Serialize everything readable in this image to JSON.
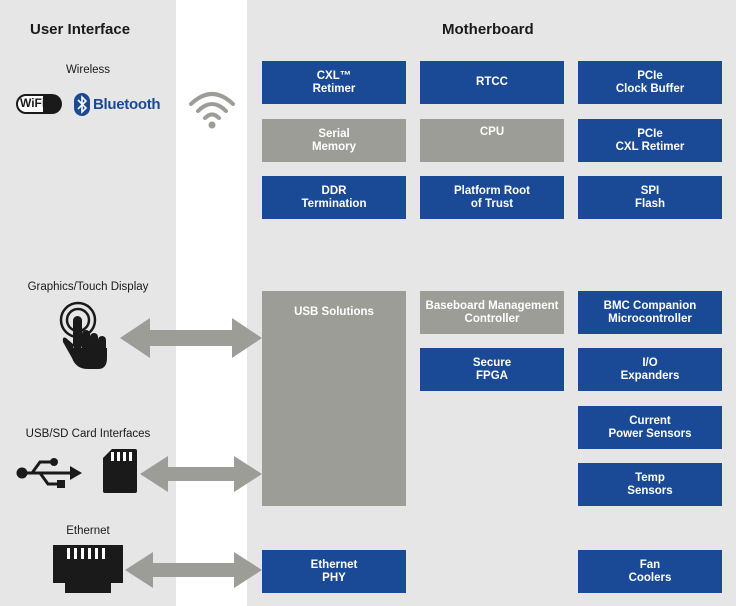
{
  "left_panel": {
    "title": "User Interface",
    "sections": {
      "wireless": "Wireless",
      "graphics": "Graphics/Touch Display",
      "usb_sd": "USB/SD Card Interfaces",
      "ethernet": "Ethernet"
    },
    "logos": {
      "wifi": "WiFi",
      "bluetooth": "Bluetooth"
    }
  },
  "right_panel": {
    "title": "Motherboard",
    "boxes": {
      "cxl_retimer": "CXL™\nRetimer",
      "rtcc": "RTCC",
      "pcie_clock_buffer": "PCIe\nClock Buffer",
      "serial_memory": "Serial\nMemory",
      "cpu": "CPU",
      "pcie_cxl_retimer": "PCIe\nCXL Retimer",
      "ddr_termination": "DDR\nTermination",
      "platform_root_of_trust": "Platform Root\nof Trust",
      "spi_flash": "SPI\nFlash",
      "usb_solutions": "USB Solutions",
      "bmc": "Baseboard Management\nController",
      "bmc_companion": "BMC Companion\nMicrocontroller",
      "secure_fpga": "Secure\nFPGA",
      "io_expanders": "I/O\nExpanders",
      "current_power_sensors": "Current\nPower Sensors",
      "temp_sensors": "Temp\nSensors",
      "ethernet_phy": "Ethernet\nPHY",
      "fan_coolers": "Fan\nCoolers"
    }
  },
  "colors": {
    "panel": "#e6e6e6",
    "blue_block": "#1a4a96",
    "gray_block": "#9b9d96",
    "arrow": "#9b9d96"
  },
  "icons": [
    "wifi-logo-icon",
    "bluetooth-logo-icon",
    "wireless-signal-icon",
    "touch-hand-icon",
    "usb-symbol-icon",
    "sd-card-icon",
    "ethernet-port-icon"
  ]
}
